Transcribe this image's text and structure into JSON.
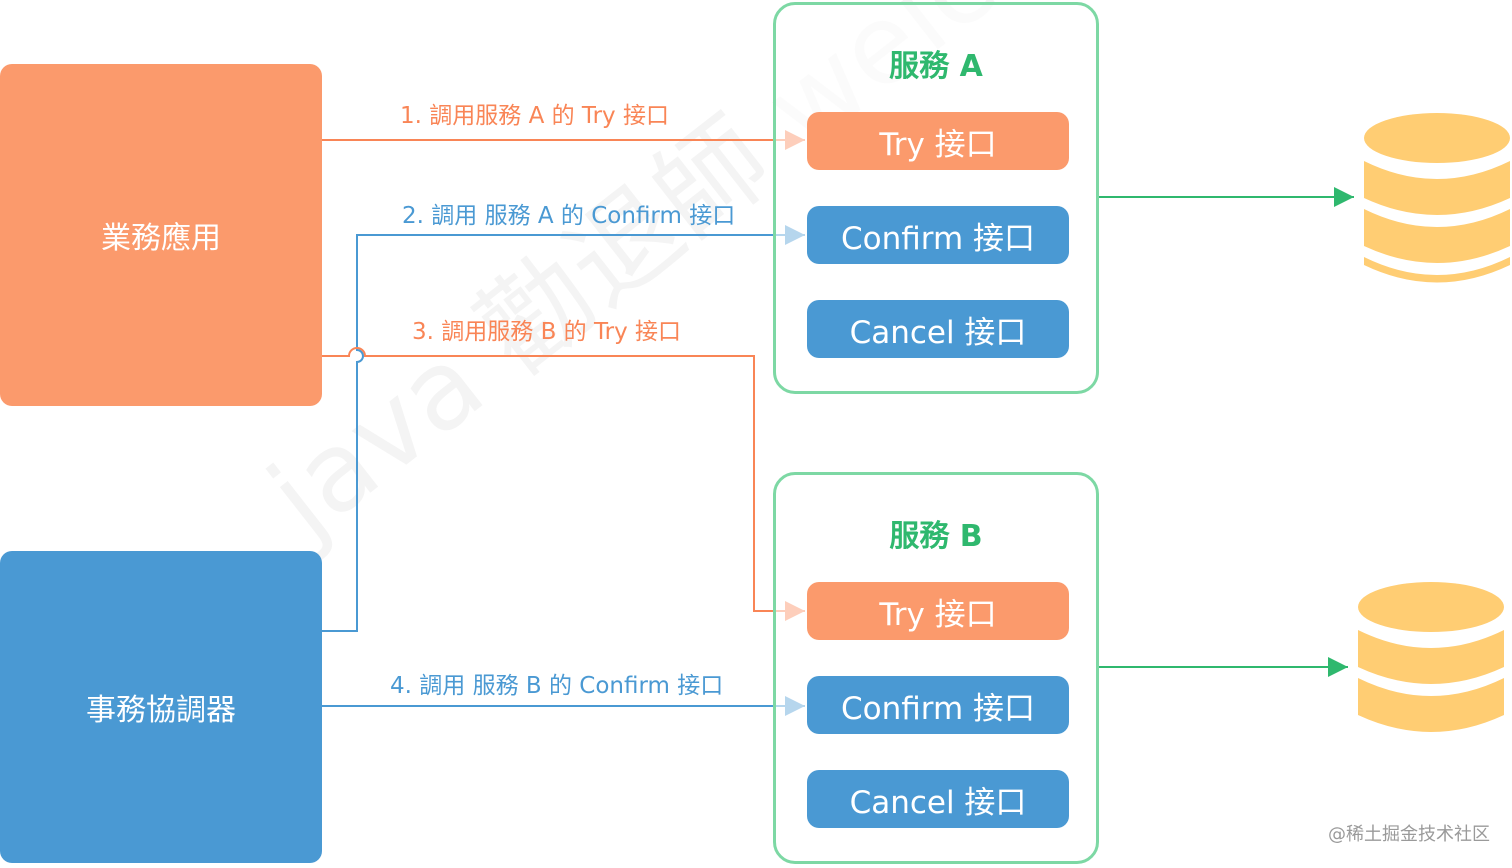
{
  "participants": {
    "app": "業務應用",
    "coordinator": "事務協調器"
  },
  "services": [
    {
      "title": "服務 A",
      "interfaces": [
        "Try 接口",
        "Confirm 接口",
        "Cancel 接口"
      ]
    },
    {
      "title": "服務 B",
      "interfaces": [
        "Try 接口",
        "Confirm 接口",
        "Cancel 接口"
      ]
    }
  ],
  "calls": [
    "1. 調用服務 A 的 Try 接口",
    "2. 調用 服務 A 的 Confirm 接口",
    "3. 調用服務 B 的 Try 接口",
    "4. 調用 服務 B 的 Confirm 接口"
  ],
  "watermark": "java 勸退師 weicodes.com",
  "footer": "@稀土掘金技术社区",
  "colors": {
    "orange": "#FB9A6C",
    "blue": "#4A99D3",
    "green": "#2FB86E",
    "database": "#FFCD73"
  }
}
